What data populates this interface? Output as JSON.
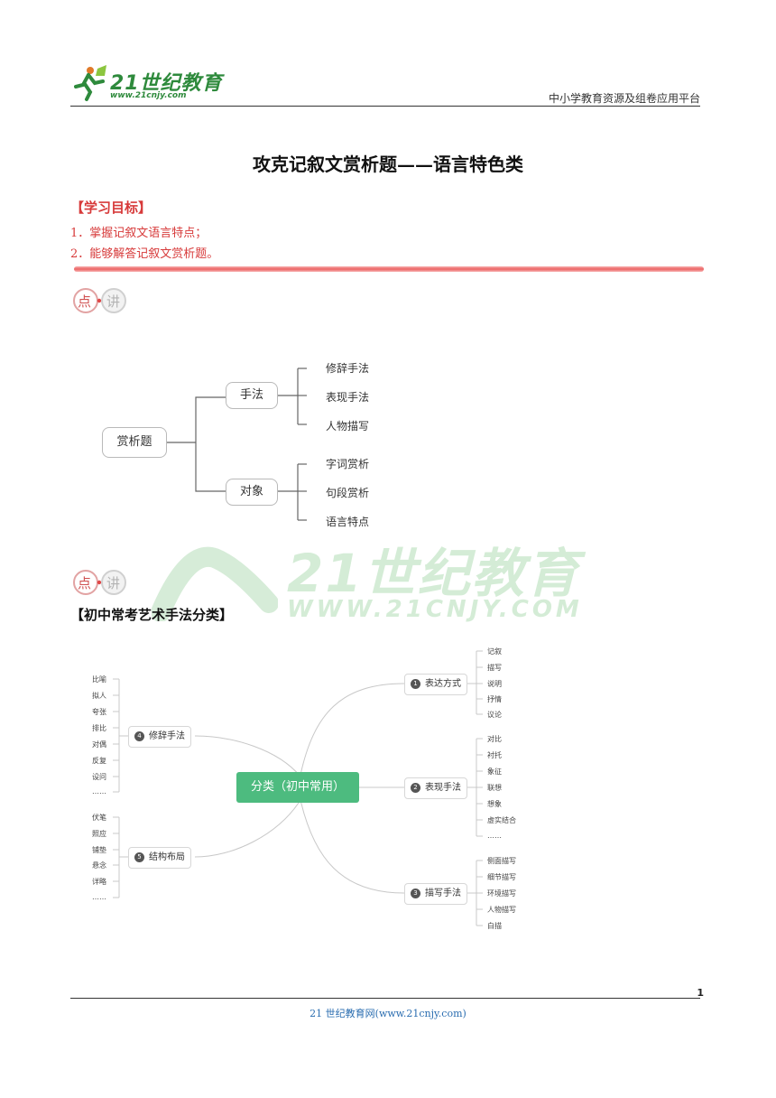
{
  "header": {
    "logo_text": "21世纪教育",
    "logo_url": "www.21cnjy.com",
    "platform": "中小学教育资源及组卷应用平台"
  },
  "title": "攻克记叙文赏析题——语言特色类",
  "goals": {
    "heading": "【学习目标】",
    "items": [
      "1．掌握记叙文语言特点；",
      "2．能够解答记叙文赏析题。"
    ]
  },
  "badge": {
    "left_char": "点",
    "right_char": "讲"
  },
  "tree": {
    "root": "赏析题",
    "branches": [
      {
        "label": "手法",
        "leaves": [
          "修辞手法",
          "表现手法",
          "人物描写"
        ]
      },
      {
        "label": "对象",
        "leaves": [
          "字词赏析",
          "句段赏析",
          "语言特点"
        ]
      }
    ]
  },
  "section2_heading": "【初中常考艺术手法分类】",
  "watermark": {
    "text": "21世纪教育",
    "url": "WWW.21CNJY.COM"
  },
  "mindmap": {
    "root": "分类（初中常用）",
    "right": [
      {
        "num": "1",
        "label": "表达方式",
        "leaves": [
          "记叙",
          "描写",
          "说明",
          "抒情",
          "议论"
        ]
      },
      {
        "num": "2",
        "label": "表现手法",
        "leaves": [
          "对比",
          "衬托",
          "象征",
          "联想",
          "想象",
          "虚实结合",
          "……"
        ]
      },
      {
        "num": "3",
        "label": "描写手法",
        "leaves": [
          "侧面描写",
          "细节描写",
          "环境描写",
          "人物描写",
          "白描"
        ]
      }
    ],
    "left": [
      {
        "num": "4",
        "label": "修辞手法",
        "leaves": [
          "比喻",
          "拟人",
          "夸张",
          "排比",
          "对偶",
          "反复",
          "设问",
          "……"
        ]
      },
      {
        "num": "5",
        "label": "结构布局",
        "leaves": [
          "伏笔",
          "照应",
          "铺垫",
          "悬念",
          "详略",
          "……"
        ]
      }
    ]
  },
  "colors": {
    "accent_red": "#d73a3a",
    "brand_green": "#2e8a3c",
    "root_green": "#4dbb7f",
    "footer_blue": "#2a6db0"
  },
  "page_number": "1",
  "footer": "21 世纪教育网(www.21cnjy.com)"
}
